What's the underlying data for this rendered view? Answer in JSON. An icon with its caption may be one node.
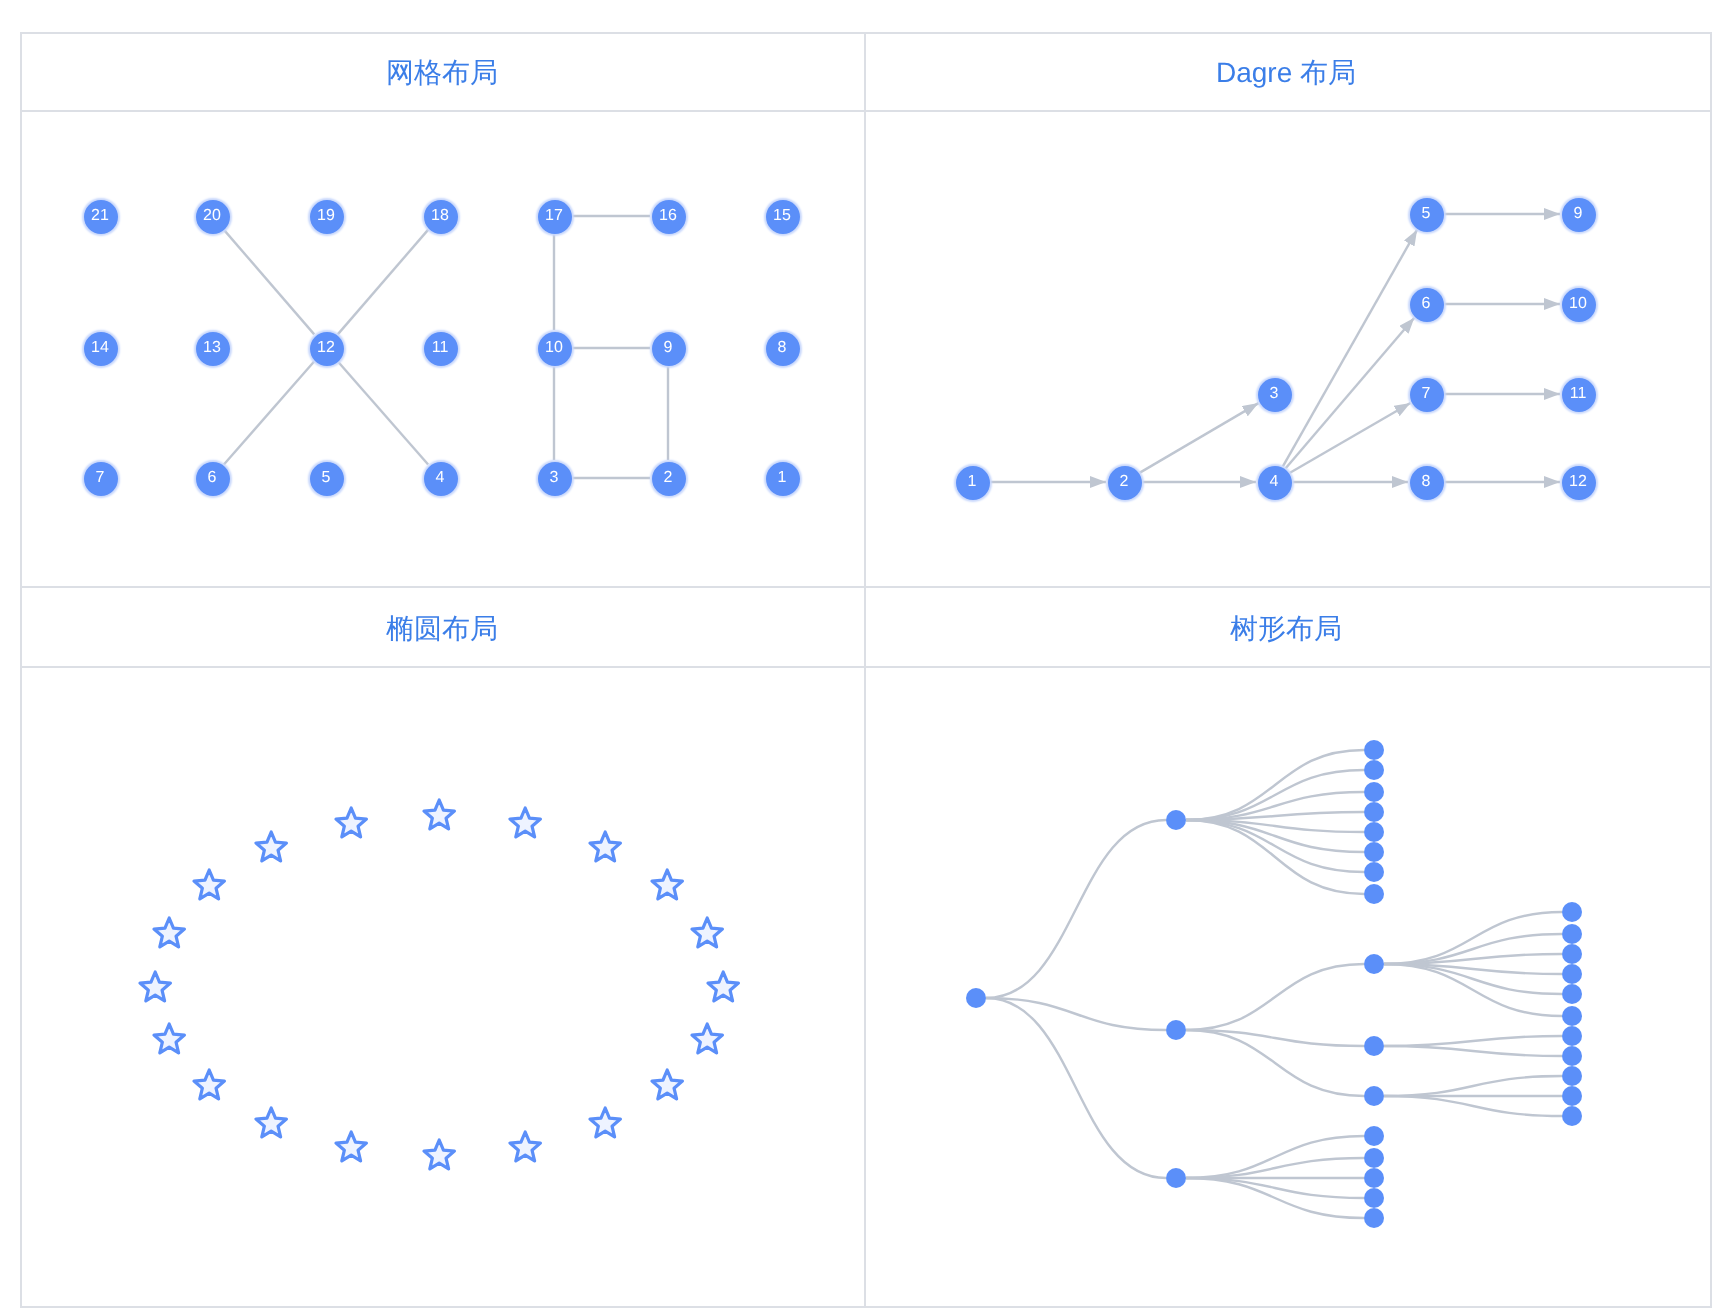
{
  "diagram": {
    "nodes": [
      {
        "text": [
          "21"
        ]
      },
      {
        "text": [
          "20"
        ]
      },
      {
        "text": [
          "19"
        ]
      },
      {
        "text": [
          "18"
        ]
      },
      {
        "text": [
          "17"
        ]
      },
      {
        "text": [
          "16"
        ]
      },
      {
        "text": [
          "15"
        ]
      },
      {
        "text": [
          "14"
        ]
      },
      {
        "text": [
          "13"
        ]
      },
      {
        "text": [
          "12"
        ]
      },
      {
        "text": [
          "11"
        ]
      },
      {
        "text": [
          "10"
        ]
      },
      {
        "text": [
          "9"
        ]
      },
      {
        "text": [
          "8"
        ]
      },
      {
        "text": [
          "7"
        ]
      },
      {
        "text": [
          "6"
        ]
      },
      {
        "text": [
          "5"
        ]
      },
      {
        "text": [
          "4"
        ]
      },
      {
        "text": [
          "3"
        ]
      },
      {
        "text": [
          "2"
        ]
      },
      {
        "text": [
          "1"
        ]
      },
      {
        "text": [
          "1"
        ]
      },
      {
        "text": [
          "2"
        ]
      },
      {
        "text": [
          "3"
        ]
      },
      {
        "text": [
          "4"
        ]
      },
      {
        "text": [
          "5"
        ]
      },
      {
        "text": [
          "6"
        ]
      },
      {
        "text": [
          "7"
        ]
      },
      {
        "text": [
          "8"
        ]
      },
      {
        "text": [
          "9"
        ]
      },
      {
        "text": [
          "10"
        ]
      },
      {
        "text": [
          "11"
        ]
      },
      {
        "text": [
          "12"
        ]
      },
      {
        "text": [],
        "shape": "star"
      },
      {
        "text": [],
        "shape": "star"
      },
      {
        "text": [],
        "shape": "star"
      },
      {
        "text": [],
        "shape": "star"
      },
      {
        "text": [],
        "shape": "star"
      },
      {
        "text": [],
        "shape": "star"
      },
      {
        "text": [],
        "shape": "star"
      },
      {
        "text": [],
        "shape": "star"
      },
      {
        "text": [],
        "shape": "star"
      },
      {
        "text": [],
        "shape": "star"
      },
      {
        "text": [],
        "shape": "star"
      },
      {
        "text": [],
        "shape": "star"
      },
      {
        "text": [],
        "shape": "star"
      },
      {
        "text": [],
        "shape": "star"
      },
      {
        "text": [],
        "shape": "star"
      },
      {
        "text": [],
        "shape": "star"
      },
      {
        "text": [],
        "shape": "star"
      },
      {
        "text": [],
        "shape": "star"
      },
      {
        "text": [],
        "shape": "star"
      },
      {
        "text": [],
        "shape": "star"
      },
      {
        "text": [],
        "shape": "circle"
      },
      {
        "text": [],
        "shape": "circle"
      },
      {
        "text": [],
        "shape": "circle"
      },
      {
        "text": [],
        "shape": "circle"
      },
      {
        "text": [],
        "shape": "circle"
      },
      {
        "text": [],
        "shape": "circle"
      },
      {
        "text": [],
        "shape": "circle"
      },
      {
        "text": [],
        "shape": "circle"
      },
      {
        "text": [],
        "shape": "circle"
      },
      {
        "text": [],
        "shape": "circle"
      },
      {
        "text": [],
        "shape": "circle"
      },
      {
        "text": [],
        "shape": "circle"
      },
      {
        "text": [],
        "shape": "circle"
      },
      {
        "text": [],
        "shape": "circle"
      },
      {
        "text": [],
        "shape": "circle"
      },
      {
        "text": [],
        "shape": "circle"
      },
      {
        "text": [],
        "shape": "circle"
      },
      {
        "text": [],
        "shape": "circle"
      },
      {
        "text": [],
        "shape": "circle"
      },
      {
        "text": [],
        "shape": "circle"
      },
      {
        "text": [],
        "shape": "circle"
      },
      {
        "text": [],
        "shape": "circle"
      },
      {
        "text": [],
        "shape": "circle"
      },
      {
        "text": [],
        "shape": "circle"
      },
      {
        "text": [],
        "shape": "circle"
      },
      {
        "text": [],
        "shape": "circle"
      },
      {
        "text": [],
        "shape": "circle"
      },
      {
        "text": [],
        "shape": "circle"
      },
      {
        "text": [],
        "shape": "circle"
      },
      {
        "text": [],
        "shape": "circle"
      },
      {
        "text": [],
        "shape": "circle"
      }
    ],
    "edges": [
      {
        "from": 1,
        "to": 9,
        "arrow": "none"
      },
      {
        "from": 3,
        "to": 9,
        "arrow": "none"
      },
      {
        "from": 9,
        "to": 15,
        "arrow": "none"
      },
      {
        "from": 9,
        "to": 17,
        "arrow": "none"
      },
      {
        "from": 4,
        "to": 5,
        "arrow": "none"
      },
      {
        "from": 4,
        "to": 11,
        "arrow": "none"
      },
      {
        "from": 11,
        "to": 12,
        "arrow": "none"
      },
      {
        "from": 11,
        "to": 18,
        "arrow": "none"
      },
      {
        "from": 12,
        "to": 19,
        "arrow": "none"
      },
      {
        "from": 18,
        "to": 19,
        "arrow": "none"
      },
      {
        "from": 21,
        "to": 22,
        "arrow": "to"
      },
      {
        "from": 22,
        "to": 23,
        "arrow": "to"
      },
      {
        "from": 22,
        "to": 24,
        "arrow": "to"
      },
      {
        "from": 24,
        "to": 25,
        "arrow": "to"
      },
      {
        "from": 24,
        "to": 26,
        "arrow": "to"
      },
      {
        "from": 24,
        "to": 27,
        "arrow": "to"
      },
      {
        "from": 24,
        "to": 28,
        "arrow": "to"
      },
      {
        "from": 25,
        "to": 29,
        "arrow": "to"
      },
      {
        "from": 26,
        "to": 30,
        "arrow": "to"
      },
      {
        "from": 27,
        "to": 31,
        "arrow": "to"
      },
      {
        "from": 28,
        "to": 32,
        "arrow": "to"
      },
      {
        "from": 53,
        "to": 54,
        "arrow": "none"
      },
      {
        "from": 53,
        "to": 55,
        "arrow": "none"
      },
      {
        "from": 53,
        "to": 56,
        "arrow": "none"
      },
      {
        "from": 54,
        "to": 57,
        "arrow": "none"
      },
      {
        "from": 54,
        "to": 58,
        "arrow": "none"
      },
      {
        "from": 54,
        "to": 59,
        "arrow": "none"
      },
      {
        "from": 54,
        "to": 60,
        "arrow": "none"
      },
      {
        "from": 54,
        "to": 61,
        "arrow": "none"
      },
      {
        "from": 54,
        "to": 62,
        "arrow": "none"
      },
      {
        "from": 54,
        "to": 63,
        "arrow": "none"
      },
      {
        "from": 54,
        "to": 64,
        "arrow": "none"
      },
      {
        "from": 55,
        "to": 65,
        "arrow": "none"
      },
      {
        "from": 55,
        "to": 66,
        "arrow": "none"
      },
      {
        "from": 55,
        "to": 67,
        "arrow": "none"
      },
      {
        "from": 56,
        "to": 68,
        "arrow": "none"
      },
      {
        "from": 56,
        "to": 69,
        "arrow": "none"
      },
      {
        "from": 56,
        "to": 70,
        "arrow": "none"
      },
      {
        "from": 56,
        "to": 71,
        "arrow": "none"
      },
      {
        "from": 56,
        "to": 72,
        "arrow": "none"
      },
      {
        "from": 65,
        "to": 73,
        "arrow": "none"
      },
      {
        "from": 65,
        "to": 74,
        "arrow": "none"
      },
      {
        "from": 65,
        "to": 75,
        "arrow": "none"
      },
      {
        "from": 65,
        "to": 76,
        "arrow": "none"
      },
      {
        "from": 65,
        "to": 77,
        "arrow": "none"
      },
      {
        "from": 65,
        "to": 78,
        "arrow": "none"
      },
      {
        "from": 66,
        "to": 79,
        "arrow": "none"
      },
      {
        "from": 66,
        "to": 80,
        "arrow": "none"
      },
      {
        "from": 67,
        "to": 81,
        "arrow": "none"
      },
      {
        "from": 67,
        "to": 82,
        "arrow": "none"
      },
      {
        "from": 67,
        "to": 83,
        "arrow": "none"
      }
    ],
    "labels": [
      "网格布局",
      "Dagre 布局",
      "椭圆布局",
      "树形布局"
    ]
  }
}
